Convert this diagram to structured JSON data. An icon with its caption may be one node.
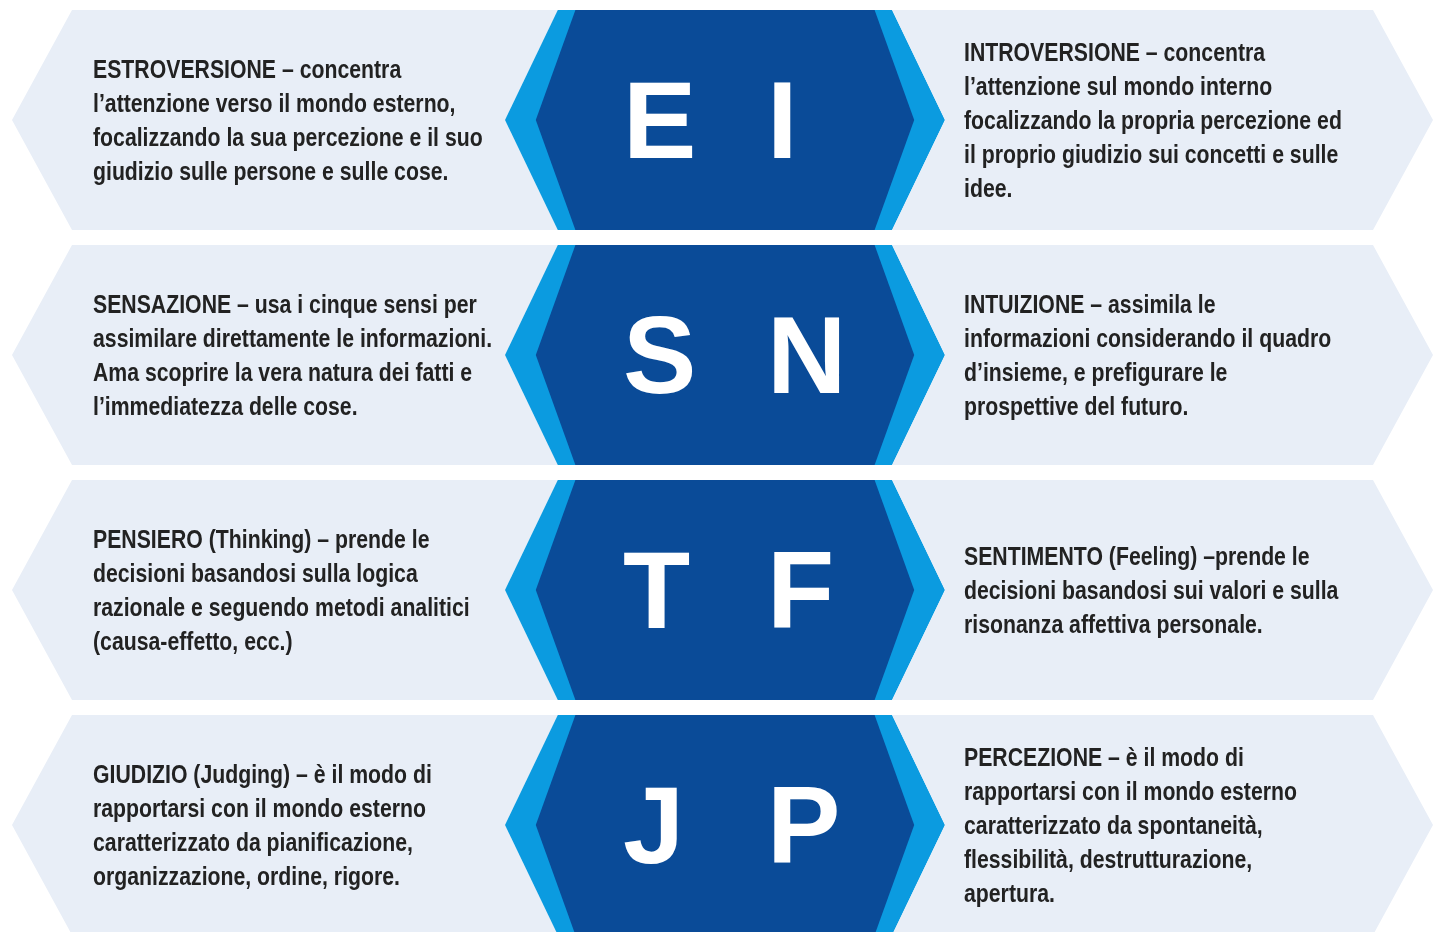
{
  "diagram": {
    "nodes": [
      {
        "text": [
          "ESTROVERSIONE – concentra l’attenzione verso il mondo esterno, focalizzando la sua percezione e il suo giudizio sulle persone e sulle cose."
        ]
      },
      {
        "text": [
          "E",
          "I"
        ]
      },
      {
        "text": [
          "INTROVERSIONE – concentra l’attenzione sul mondo interno focalizzando la propria percezione ed il proprio giudizio sui concetti e sulle idee."
        ]
      },
      {
        "text": [
          "SENSAZIONE – usa i cinque sensi per assimilare direttamente le informazioni. Ama scoprire la vera natura dei fatti e l’immediatezza delle cose."
        ]
      },
      {
        "text": [
          "S",
          "N"
        ]
      },
      {
        "text": [
          "INTUIZIONE – assimila le informazioni considerando il quadro d’insieme, e prefigurare le prospettive del futuro."
        ]
      },
      {
        "text": [
          "PENSIERO (Thinking) – prende le decisioni basandosi sulla logica razionale e seguendo metodi analitici (causa-effetto, ecc.)"
        ]
      },
      {
        "text": [
          "T",
          "F"
        ]
      },
      {
        "text": [
          "SENTIMENTO (Feeling) –prende le decisioni basandosi sui valori e sulla risonanza affettiva personale."
        ]
      },
      {
        "text": [
          "GIUDIZIO (Judging) – è il modo di rapportarsi con il mondo esterno caratterizzato da pianificazione, organizzazione, ordine, rigore."
        ]
      },
      {
        "text": [
          "J",
          "P"
        ]
      },
      {
        "text": [
          "PERCEZIONE – è il modo di rapportarsi con il mondo esterno caratterizzato da spontaneità, flessibilità, destrutturazione, apertura."
        ]
      }
    ],
    "edges": []
  }
}
